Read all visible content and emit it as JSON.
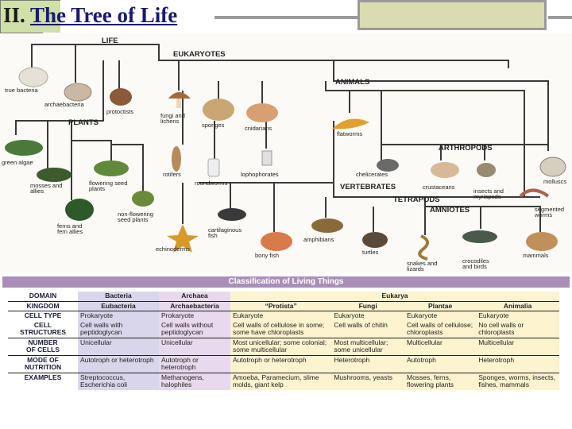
{
  "header": {
    "title_numeral": "II.",
    "title_text": "The Tree of Life"
  },
  "tree": {
    "groups": {
      "life": "LIFE",
      "eukaryotes": "EUKARYOTES",
      "animals": "ANIMALS",
      "plants": "PLANTS",
      "arthropods": "ARTHROPODS",
      "vertebrates": "VERTEBRATES",
      "tetrapods": "TETRAPODS",
      "amniotes": "AMNIOTES"
    },
    "taxa": {
      "true_bacteria": "true bacteria",
      "archaebacteria": "archaebacteria",
      "protoctists": "protoctists",
      "fungi_1": "fungi and",
      "fungi_2": "lichens",
      "sponges": "sponges",
      "cnidarians": "cnidarians",
      "flatworms": "flatworms",
      "green_algae": "green algae",
      "mosses_1": "mosses and",
      "mosses_2": "allies",
      "flowering_1": "flowering seed",
      "flowering_2": "plants",
      "nonflowering_1": "non-flowering",
      "nonflowering_2": "seed plants",
      "ferns_1": "ferns and",
      "ferns_2": "fern allies",
      "rotifers": "rotifers",
      "roundworms": "roundworms",
      "lophophorates": "lophophorates",
      "chelicerates": "chelicerates",
      "crustaceans": "crustaceans",
      "insects_1": "insects and",
      "insects_2": "myriapods",
      "molluscs": "molluscs",
      "segmented_1": "segmented",
      "segmented_2": "worms",
      "echinoderms": "echinoderms",
      "cartilaginous_1": "cartilaginous",
      "cartilaginous_2": "fish",
      "bony_fish": "bony fish",
      "amphibians": "amphibians",
      "turtles": "turtles",
      "snakes_1": "snakes and",
      "snakes_2": "lizards",
      "crocodiles_1": "crocodiles",
      "crocodiles_2": "and birds",
      "mammals": "mammals"
    },
    "colors": {
      "line": "#3a3a3a",
      "ground": "#fbfaf6"
    }
  },
  "classification": {
    "heading": "Classification of Living Things",
    "row_labels": {
      "domain": "DOMAIN",
      "kingdom": "KINGDOM",
      "cell_type": "CELL TYPE",
      "cell_structures_1": "CELL",
      "cell_structures_2": "STRUCTURES",
      "number_1": "NUMBER",
      "number_2": "OF CELLS",
      "mode_1": "MODE OF",
      "mode_2": "NUTRITION",
      "examples": "EXAMPLES"
    },
    "domains": {
      "bacteria": "Bacteria",
      "archaea": "Archaea",
      "eukarya": "Eukarya"
    },
    "kingdoms": [
      "Eubacteria",
      "Archaebacteria",
      "“Protista”",
      "Fungi",
      "Plantae",
      "Animalia"
    ],
    "cell_type": [
      "Prokaryote",
      "Prokaryote",
      "Eukaryote",
      "Eukaryote",
      "Eukaryote",
      "Eukaryote"
    ],
    "cell_structures": [
      "Cell walls with peptidoglycan",
      "Cell walls without peptidoglycan",
      "Cell walls of cellulose in some; some have chloroplasts",
      "Cell walls of chitin",
      "Cell walls of cellulose; chloroplasts",
      "No cell walls or chloroplasts"
    ],
    "number_of_cells": [
      "Unicellular",
      "Unicellular",
      "Most unicellular; some colonial; some multicellular",
      "Most multicellular; some unicellular",
      "Multicellular",
      "Multicellular"
    ],
    "mode_of_nutrition": [
      "Autotroph or heterotroph",
      "Autotroph or heterotroph",
      "Autotroph or heterotroph",
      "Heterotroph",
      "Autotroph",
      "Heterotroph"
    ],
    "examples": [
      "Streptococcus, Escherichia coli",
      "Methanogens, halophiles",
      "Amoeba, Paramecium, slime molds, giant kelp",
      "Mushrooms, yeasts",
      "Mosses, ferns, flowering plants",
      "Sponges, worms, insects, fishes, mammals"
    ],
    "colors": {
      "heading_bg": "#a98fb8",
      "bacteria_bg": "#d9d6ec",
      "archaea_bg": "#e8d9ee",
      "eukarya_bg": "#fdf3cf"
    }
  }
}
